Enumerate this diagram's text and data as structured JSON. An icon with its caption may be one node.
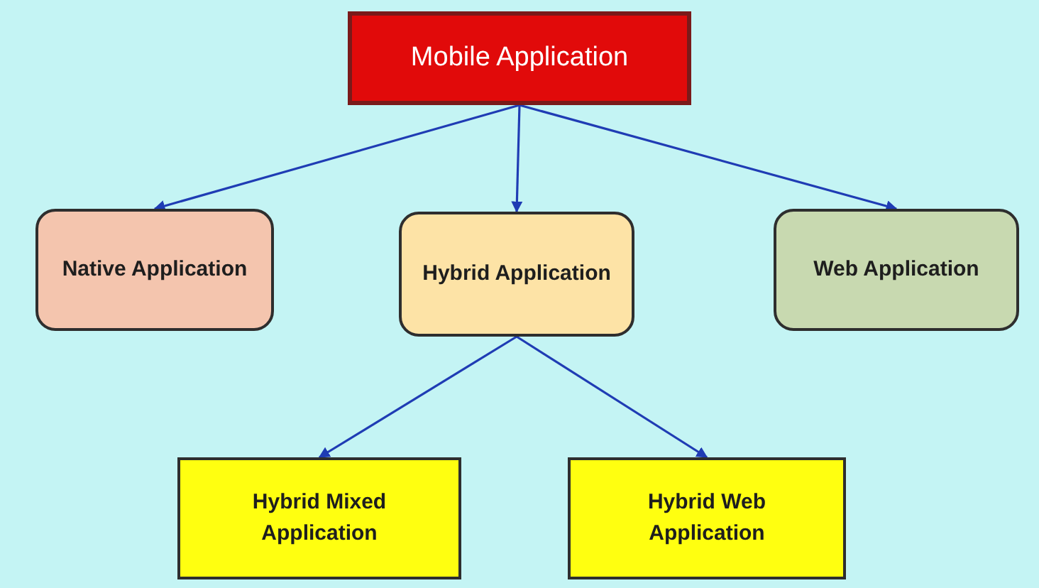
{
  "diagram": {
    "nodes": [
      {
        "text": [
          "Mobile Application"
        ]
      },
      {
        "text": [
          "Native Application"
        ]
      },
      {
        "text": [
          "Hybrid Application"
        ]
      },
      {
        "text": [
          "Web Application"
        ]
      },
      {
        "text": [
          "Hybrid Mixed Application"
        ]
      },
      {
        "text": [
          "Hybrid Web Application"
        ]
      }
    ],
    "edges": [
      {
        "from": 0,
        "to": 1,
        "arrow": "to"
      },
      {
        "from": 0,
        "to": 2,
        "arrow": "to"
      },
      {
        "from": 0,
        "to": 3,
        "arrow": "to"
      },
      {
        "from": 2,
        "to": 4,
        "arrow": "to"
      },
      {
        "from": 2,
        "to": 5,
        "arrow": "to"
      }
    ]
  }
}
